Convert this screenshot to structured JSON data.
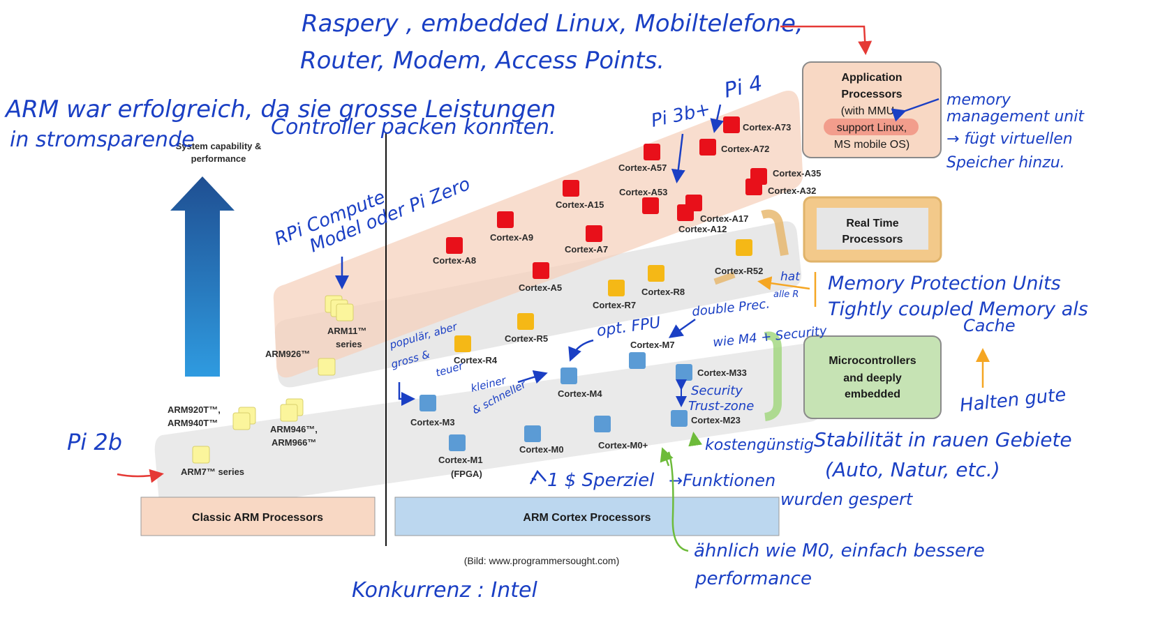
{
  "y_axis_label_1": "System capability &",
  "y_axis_label_2": "performance",
  "categories": {
    "app_1": "Application",
    "app_2": "Processors",
    "app_3": "(with MMU",
    "app_4": "support Linux,",
    "app_5": "MS mobile OS)",
    "rt_1": "Real Time",
    "rt_2": "Processors",
    "mc_1": "Microcontrollers",
    "mc_2": "and deeply",
    "mc_3": "embedded"
  },
  "bottom_labels": {
    "classic": "Classic ARM Processors",
    "cortex": "ARM Cortex Processors"
  },
  "chips": {
    "a73": "Cortex-A73",
    "a72": "Cortex-A72",
    "a57": "Cortex-A57",
    "a53": "Cortex-A53",
    "a35": "Cortex-A35",
    "a32": "Cortex-A32",
    "a15": "Cortex-A15",
    "a17": "Cortex-A17",
    "a12": "Cortex-A12",
    "a9": "Cortex-A9",
    "a7": "Cortex-A7",
    "a8": "Cortex-A8",
    "a5": "Cortex-A5",
    "r52": "Cortex-R52",
    "r8": "Cortex-R8",
    "r7": "Cortex-R7",
    "r5": "Cortex-R5",
    "r4": "Cortex-R4",
    "m7": "Cortex-M7",
    "m33": "Cortex-M33",
    "m4": "Cortex-M4",
    "m3": "Cortex-M3",
    "m23": "Cortex-M23",
    "m0": "Cortex-M0",
    "m0p": "Cortex-M0+",
    "m1": "Cortex-M1",
    "m1b": "(FPGA)",
    "arm11": "ARM11™",
    "arm11b": "series",
    "arm926": "ARM926™",
    "arm920": "ARM920T™,",
    "arm940": "ARM940T™",
    "arm946": "ARM946™,",
    "arm966": "ARM966™",
    "arm7": "ARM7™ series"
  },
  "source": "(Bild: www.programmersought.com)",
  "notes": {
    "top_1": "Raspery , embedded Linux, Mobiltelefone,",
    "top_2": "Router, Modem, Access Points.",
    "arm_1": "ARM war erfolgreich, da sie grosse Leistungen",
    "arm_2": "in stromsparende",
    "arm_3": "Controller packen konnten.",
    "pi3": "Pi 3b+",
    "pi4": "Pi 4",
    "rpi_1": "RPi Compute",
    "rpi_2": "Model oder Pi Zero",
    "pi2b": "Pi 2b",
    "mmu_1": "memory",
    "mmu_2": "management unit",
    "mmu_3": "→ fügt virtuellen",
    "mmu_4": "Speicher hinzu.",
    "hat_1": "hat",
    "hat_2": "alle R",
    "mpu_1": "Memory Protection Units",
    "mpu_2": "Tightly coupled Memory als",
    "mpu_3": "Cache",
    "dbl": "double Prec.",
    "fpu": "opt. FPU",
    "m4sec": "wie M4 + Security",
    "pop_1": "populär, aber",
    "pop_2": "gross &",
    "pop_3": "teuer",
    "kl_1": "kleiner",
    "kl_2": "& schneller",
    "sec_1": "Security",
    "sec_2": "Trust-zone",
    "kost": "kostengünstig",
    "stab": "Stabilität  in rauen Gebiete",
    "auto": "(Auto, Natur, etc.)",
    "halten": "Halten gute",
    "spez": "1 $ Sperziel",
    "funk": "→Funktionen",
    "wurden": "wurden gespert",
    "m0_1": "ähnlich wie M0, einfach bessere",
    "m0_2": "performance",
    "konk": "Konkurrenz : Intel"
  },
  "colors": {
    "red": "#e8101a",
    "orange": "#f5b816",
    "blue": "#5b9bd5",
    "yellow": "#fbf59c",
    "ink": "#1a3fc4",
    "arrow_red": "#e53935",
    "arrow_green": "#6dbb3a",
    "arrow_orange": "#f5a623"
  }
}
